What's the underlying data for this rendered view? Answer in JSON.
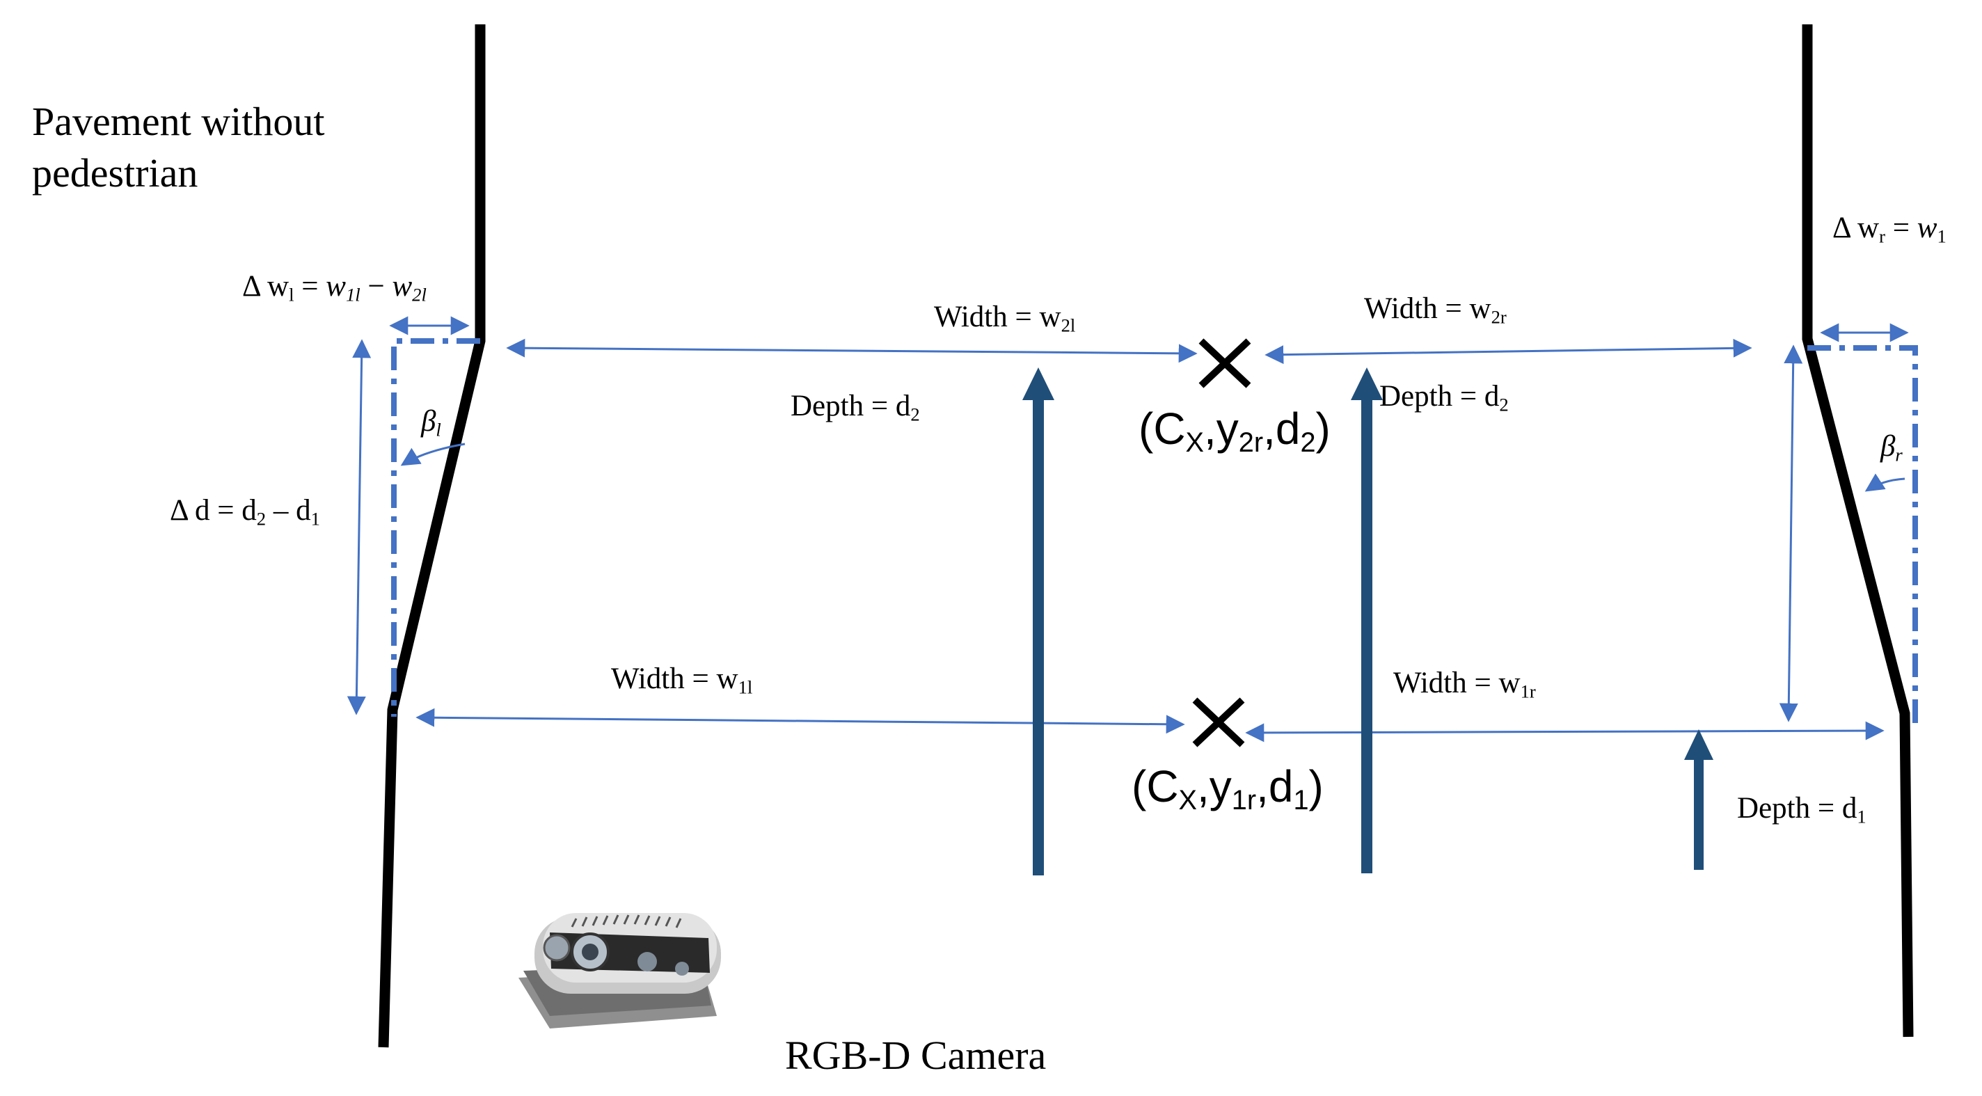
{
  "title": {
    "line1": "Pavement without",
    "line2": "pedestrian"
  },
  "labels": {
    "delta_w_left": {
      "prefix": "Δ w",
      "prefix_sub": "l",
      "eq": " = ",
      "a": "w",
      "a_sub": "1l",
      "minus": " − ",
      "b": "w",
      "b_sub": "2l"
    },
    "delta_w_right": {
      "prefix": "Δ w",
      "prefix_sub": "r",
      "eq": " = ",
      "a": "w",
      "a_sub": "1"
    },
    "delta_d": {
      "prefix": "Δ d",
      "eq": " = ",
      "a": "d",
      "a_sub": "2",
      "minus": " – ",
      "b": "d",
      "b_sub": "1"
    },
    "width_w2l": {
      "text": "Width = w",
      "sub": "2l"
    },
    "width_w2r": {
      "text": "Width = w",
      "sub": "2r"
    },
    "width_w1l": {
      "text": "Width = w",
      "sub": "1l"
    },
    "width_w1r": {
      "text": "Width = w",
      "sub": "1r"
    },
    "depth_d2_left": {
      "text": "Depth = d",
      "sub": "2"
    },
    "depth_d2_right": {
      "text": "Depth = d",
      "sub": "2"
    },
    "depth_d1": {
      "text": "Depth = d",
      "sub": "1"
    },
    "beta_left": {
      "text": "β",
      "sub": "l"
    },
    "beta_right": {
      "text": "β",
      "sub": "r"
    },
    "point_top": {
      "open": "(C",
      "s1": "X",
      "mid": ",y",
      "s2": "2r",
      "mid2": ",d",
      "s3": "2",
      "close": ")"
    },
    "point_bottom": {
      "open": "(C",
      "s1": "X",
      "mid": ",y",
      "s2": "1r",
      "mid2": ",d",
      "s3": "1",
      "close": ")"
    },
    "camera": "RGB-D Camera"
  },
  "colors": {
    "curb": "#000000",
    "measure": "#4472c4",
    "arrow": "#1f4e79"
  },
  "icons": {
    "marker": "x-mark-icon",
    "camera": "rgbd-camera-icon"
  }
}
